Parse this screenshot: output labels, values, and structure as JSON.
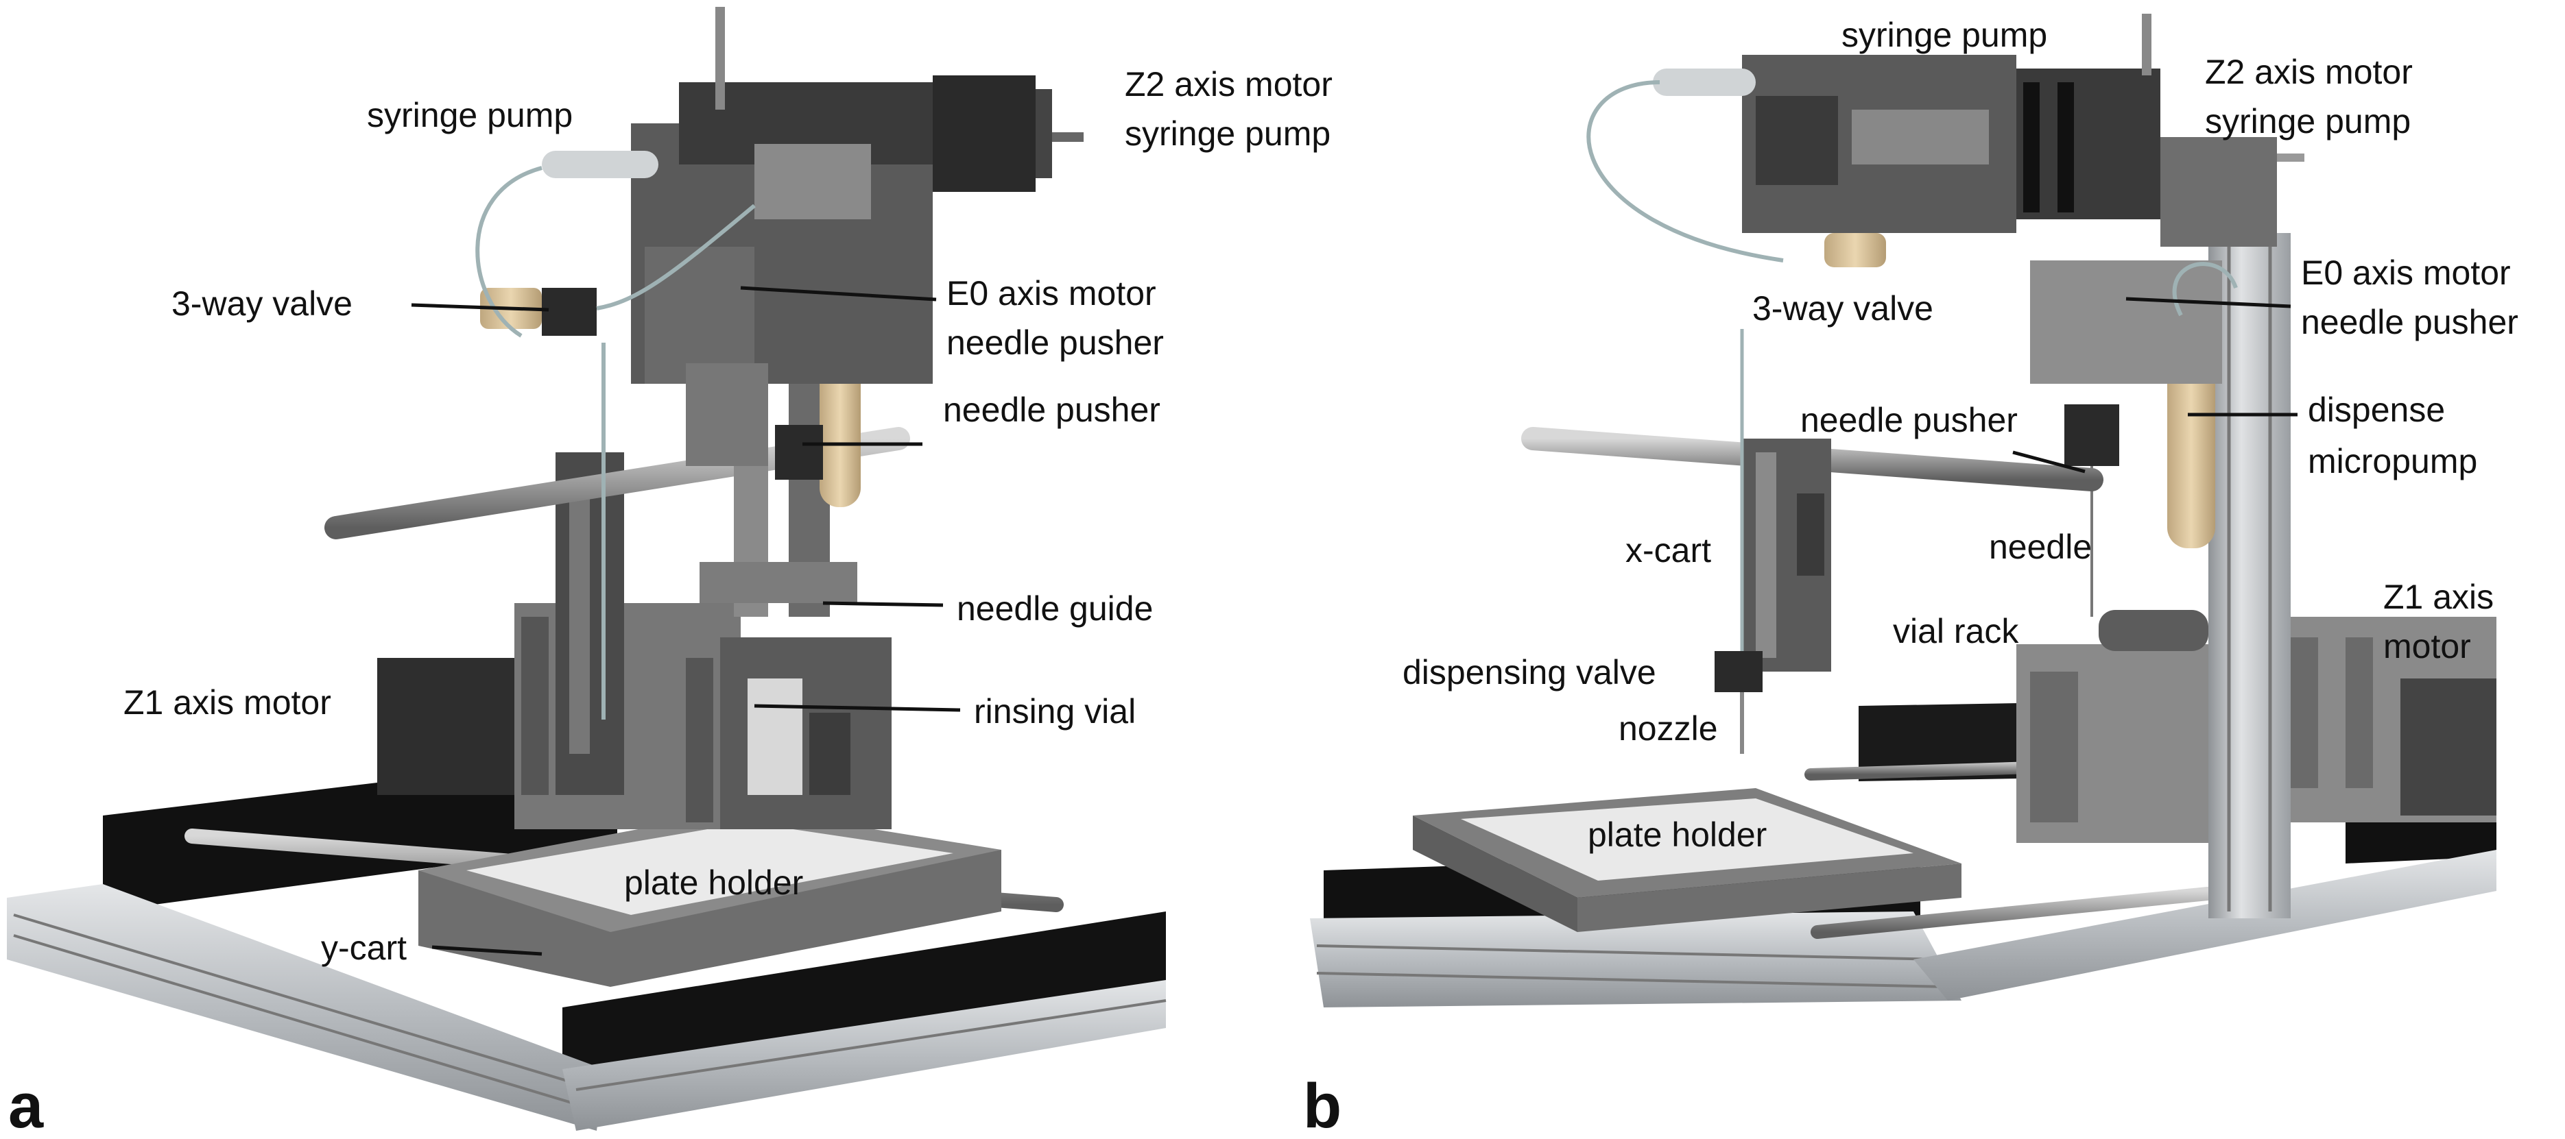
{
  "panels": [
    {
      "letter": "a",
      "labels": {
        "syringe_pump": "syringe pump",
        "z2_line1": "Z2 axis motor",
        "z2_line2": "syringe pump",
        "three_way_valve": "3-way valve",
        "e0_line1": "E0 axis motor",
        "e0_line2": "needle pusher",
        "needle_pusher": "needle pusher",
        "needle_guide": "needle guide",
        "z1_axis_motor": "Z1 axis motor",
        "rinsing_vial": "rinsing vial",
        "plate_holder": "plate holder",
        "y_cart": "y-cart"
      }
    },
    {
      "letter": "b",
      "labels": {
        "syringe_pump": "syringe pump",
        "z2_line1": "Z2 axis motor",
        "z2_line2": "syringe pump",
        "e0_line1": "E0 axis motor",
        "e0_line2": "needle pusher",
        "three_way_valve": "3-way valve",
        "needle_pusher": "needle pusher",
        "dispense_line1": "dispense",
        "dispense_line2": "micropump",
        "needle": "needle",
        "x_cart": "x-cart",
        "vial_rack": "vial rack",
        "z1_line1": "Z1 axis",
        "z1_line2": "motor",
        "dispensing_valve": "dispensing valve",
        "nozzle": "nozzle",
        "plate_holder": "plate holder"
      }
    }
  ],
  "colors": {
    "aluminum": "#c8cbcf",
    "dark_metal": "#3c3c3c",
    "black_part": "#111111",
    "mid_gray": "#7e7e7e",
    "light_gray": "#a9a9a9",
    "plate": "#e9e9e9",
    "tan": "#d9c19a",
    "tube": "#9fb2b4"
  }
}
